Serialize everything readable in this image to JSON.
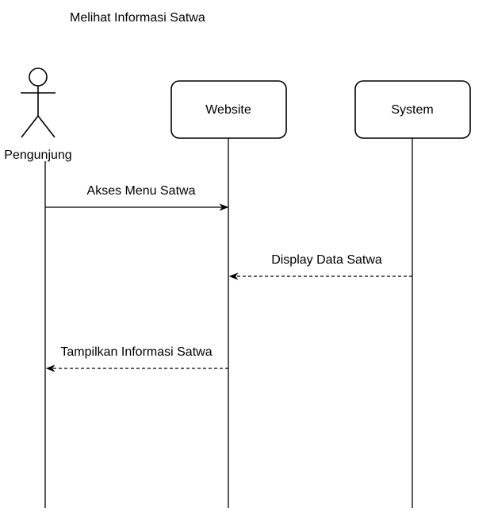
{
  "diagram": {
    "title": "Melihat Informasi Satwa",
    "actor": {
      "label": "Pengunjung"
    },
    "participants": [
      {
        "label": "Website"
      },
      {
        "label": "System"
      }
    ],
    "messages": [
      {
        "label": "Akses Menu Satwa",
        "style": "solid"
      },
      {
        "label": "Display Data Satwa",
        "style": "dashed"
      },
      {
        "label": "Tampilkan Informasi Satwa",
        "style": "dashed"
      }
    ]
  },
  "colors": {
    "stroke": "#000000",
    "background": "#ffffff"
  }
}
